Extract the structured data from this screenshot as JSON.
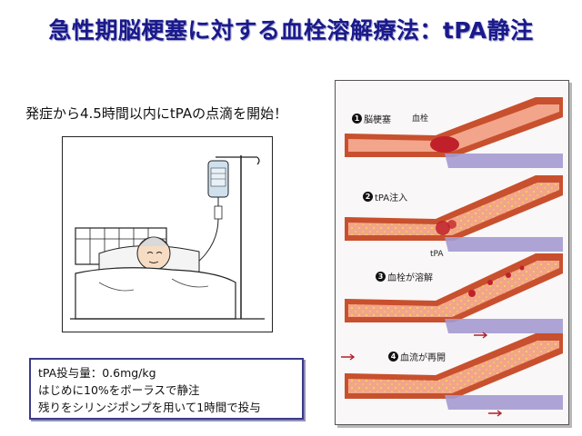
{
  "title": "急性期脳梗塞に対する血栓溶解療法：tPA静注",
  "subtitle": "発症から4.5時間以内にtPAの点滴を開始！",
  "dose_box": {
    "line1": "tPA投与量：0.6mg/kg",
    "line2": "はじめに10%をボーラスで静注",
    "line3": "残りをシリンジポンプを用いて1時間で投与"
  },
  "steps": [
    {
      "num": "1",
      "label": "脳梗塞"
    },
    {
      "num": "2",
      "label": "tPA注入"
    },
    {
      "num": "3",
      "label": "血栓が溶解"
    },
    {
      "num": "4",
      "label": "血流が再開"
    }
  ],
  "labels": {
    "clot": "血栓",
    "tpa": "tPA"
  },
  "colors": {
    "title": "#1a1a8c",
    "vessel_wall": "#c8502e",
    "vessel_inner": "#f2a58a",
    "vein": "#a49ad0",
    "clot": "#c0202a"
  }
}
